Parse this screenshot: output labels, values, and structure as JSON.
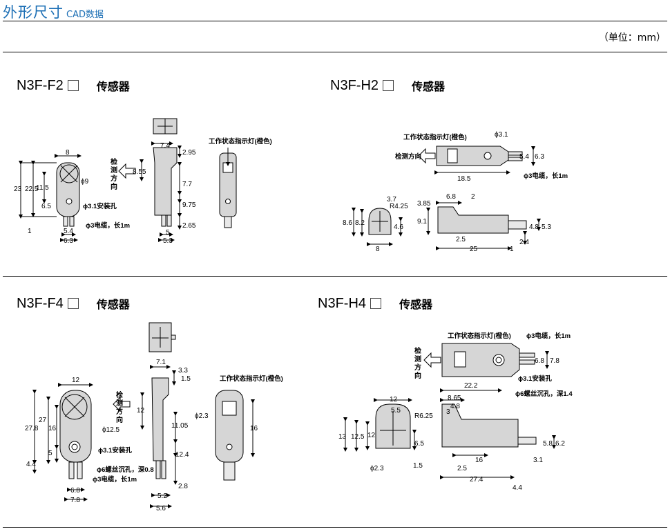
{
  "header": {
    "title": "外形尺寸",
    "subtitle": "CAD数据",
    "unit": "（单位：mm）"
  },
  "labels": {
    "indicator": "工作状态指示灯(橙色)",
    "detect": "检测方向",
    "detect_v": [
      "检",
      "测",
      "方",
      "向"
    ],
    "hole": "ϕ3.1安装孔",
    "cable_1m": "ϕ3电缆，长1m",
    "counterbore_08": "ϕ6螺丝沉孔，深0.8",
    "counterbore_14": "ϕ6螺丝沉孔，深1.4"
  },
  "sensors": [
    {
      "model": "N3F-F2",
      "kind": "传感器",
      "dims": [
        "8",
        "23",
        "22.5",
        "11.5",
        "6.5",
        "1",
        "ϕ9",
        "5.4",
        "6.3",
        "7.4",
        "2.95",
        "8.55",
        "7.7",
        "9.75",
        "2.65",
        "5",
        "5.3"
      ]
    },
    {
      "model": "N3F-H2",
      "kind": "传感器",
      "dims": [
        "ϕ3.1",
        "5.4",
        "6.3",
        "18.5",
        "3.7",
        "R4.25",
        "8.6",
        "8.2",
        "4.6",
        "8",
        "3.85",
        "6.8",
        "2",
        "9.1",
        "4.8",
        "5.3",
        "2.5",
        "25",
        "2.4",
        "1"
      ]
    },
    {
      "model": "N3F-F4",
      "kind": "传感器",
      "dims": [
        "12",
        "27.8",
        "27",
        "16",
        "5",
        "4.4",
        "ϕ12.5",
        "6.8",
        "7.8",
        "7.1",
        "3.3",
        "1.5",
        "12",
        "11.05",
        "12.4",
        "2.8",
        "5.2",
        "5.6",
        "ϕ2.3",
        "16"
      ]
    },
    {
      "model": "N3F-H4",
      "kind": "传感器",
      "dims": [
        "6.8",
        "7.8",
        "22.2",
        "12",
        "5.5",
        "4.8",
        "8.65",
        "3",
        "R6.25",
        "13",
        "12.5",
        "12",
        "6.5",
        "1.5",
        "ϕ2.3",
        "16",
        "2.5",
        "27.4",
        "4.4",
        "5.8",
        "6.2",
        "3.1"
      ]
    }
  ]
}
